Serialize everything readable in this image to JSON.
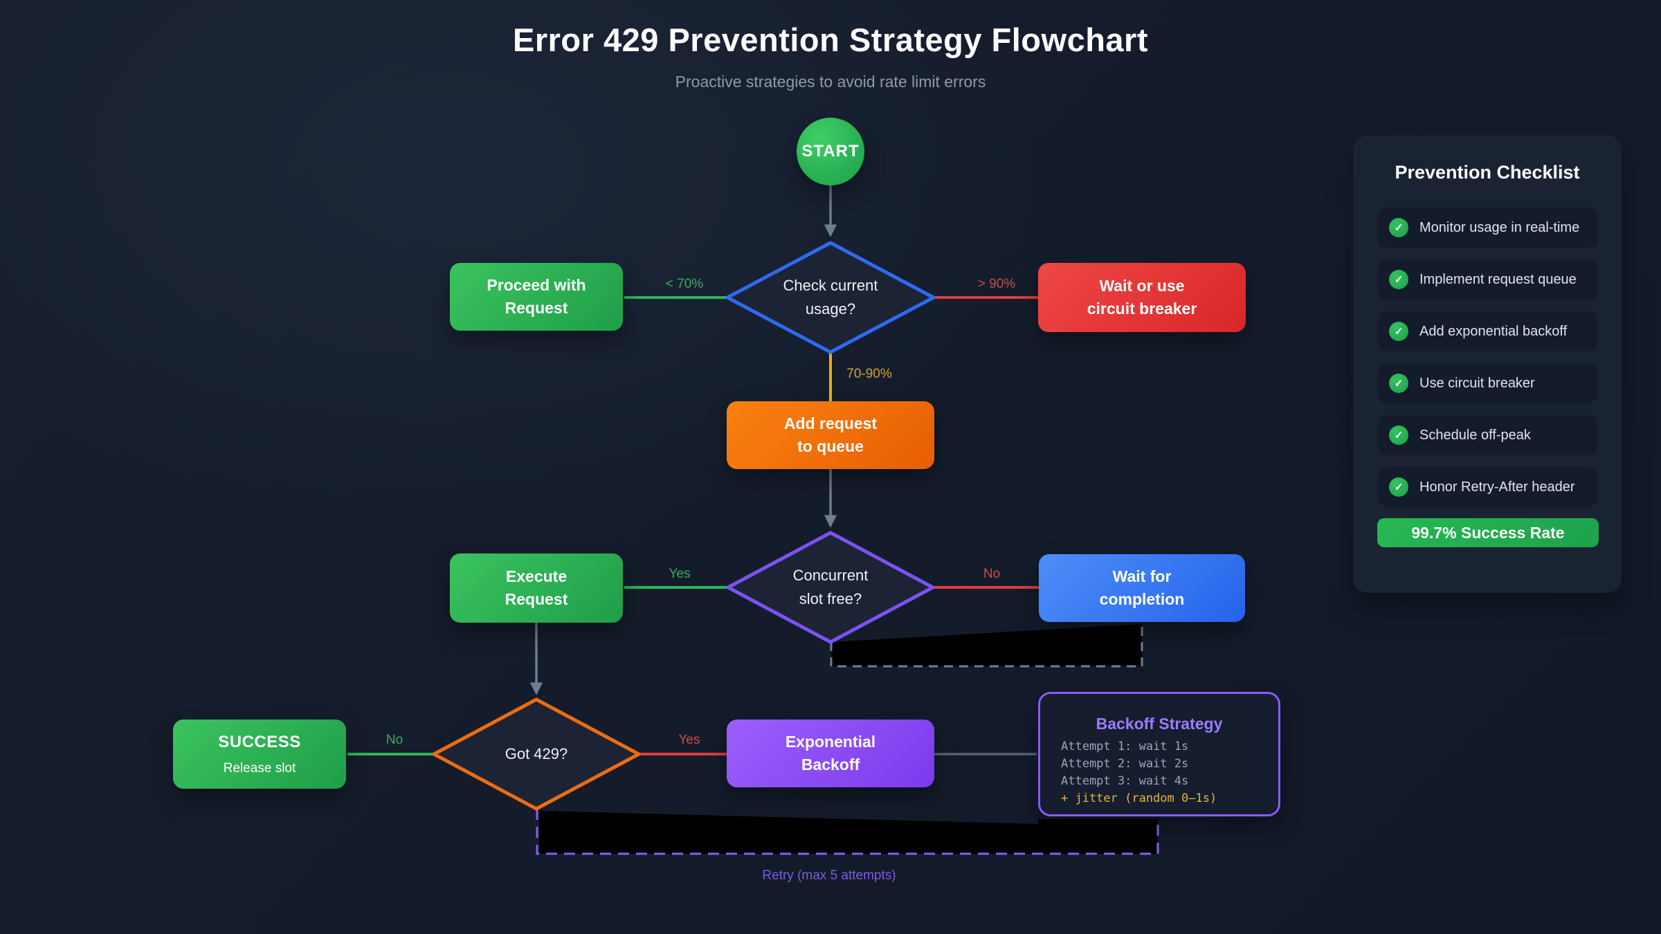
{
  "page": {
    "title": "Error 429 Prevention Strategy Flowchart",
    "subtitle": "Proactive strategies to avoid rate limit errors"
  },
  "colors": {
    "green": "#2bb356",
    "red": "#e23b3b",
    "orange": "#f0720c",
    "blue": "#3b82f6",
    "purple": "#8b5cf6",
    "amber": "#d3a02c",
    "arrow_gray": "#6e7d92",
    "background": "#141c2b"
  },
  "flow": {
    "nodes": {
      "start": {
        "label": "START"
      },
      "check_usage": {
        "label": "Check current\nusage?"
      },
      "proceed": {
        "label": "Proceed with\nRequest"
      },
      "wait_circuit": {
        "label": "Wait or use\ncircuit breaker"
      },
      "queue": {
        "label": "Add request\nto queue"
      },
      "slot_free": {
        "label": "Concurrent\nslot free?"
      },
      "execute": {
        "label": "Execute\nRequest"
      },
      "wait_completion": {
        "label": "Wait for\ncompletion"
      },
      "got429": {
        "label": "Got 429?"
      },
      "success": {
        "title": "SUCCESS",
        "subtitle": "Release slot"
      },
      "backoff": {
        "label": "Exponential\nBackoff"
      }
    },
    "edge_labels": {
      "lt70": "< 70%",
      "gt90": "> 90%",
      "between": "70-90%",
      "yes_slot": "Yes",
      "no_slot": "No",
      "no_429": "No",
      "yes_429": "Yes",
      "retry": "Retry (max 5 attempts)"
    }
  },
  "backoff_panel": {
    "title": "Backoff Strategy",
    "lines": [
      "Attempt 1: wait 1s",
      "Attempt 2: wait 2s",
      "Attempt 3: wait 4s"
    ],
    "jitter": "+ jitter (random 0–1s)"
  },
  "checklist": {
    "title": "Prevention Checklist",
    "check_glyph": "✓",
    "items": [
      {
        "label": "Monitor usage in real-time"
      },
      {
        "label": "Implement request queue"
      },
      {
        "label": "Add exponential backoff"
      },
      {
        "label": "Use circuit breaker"
      },
      {
        "label": "Schedule off-peak"
      },
      {
        "label": "Honor Retry-After header"
      }
    ],
    "badge": "99.7% Success Rate"
  }
}
